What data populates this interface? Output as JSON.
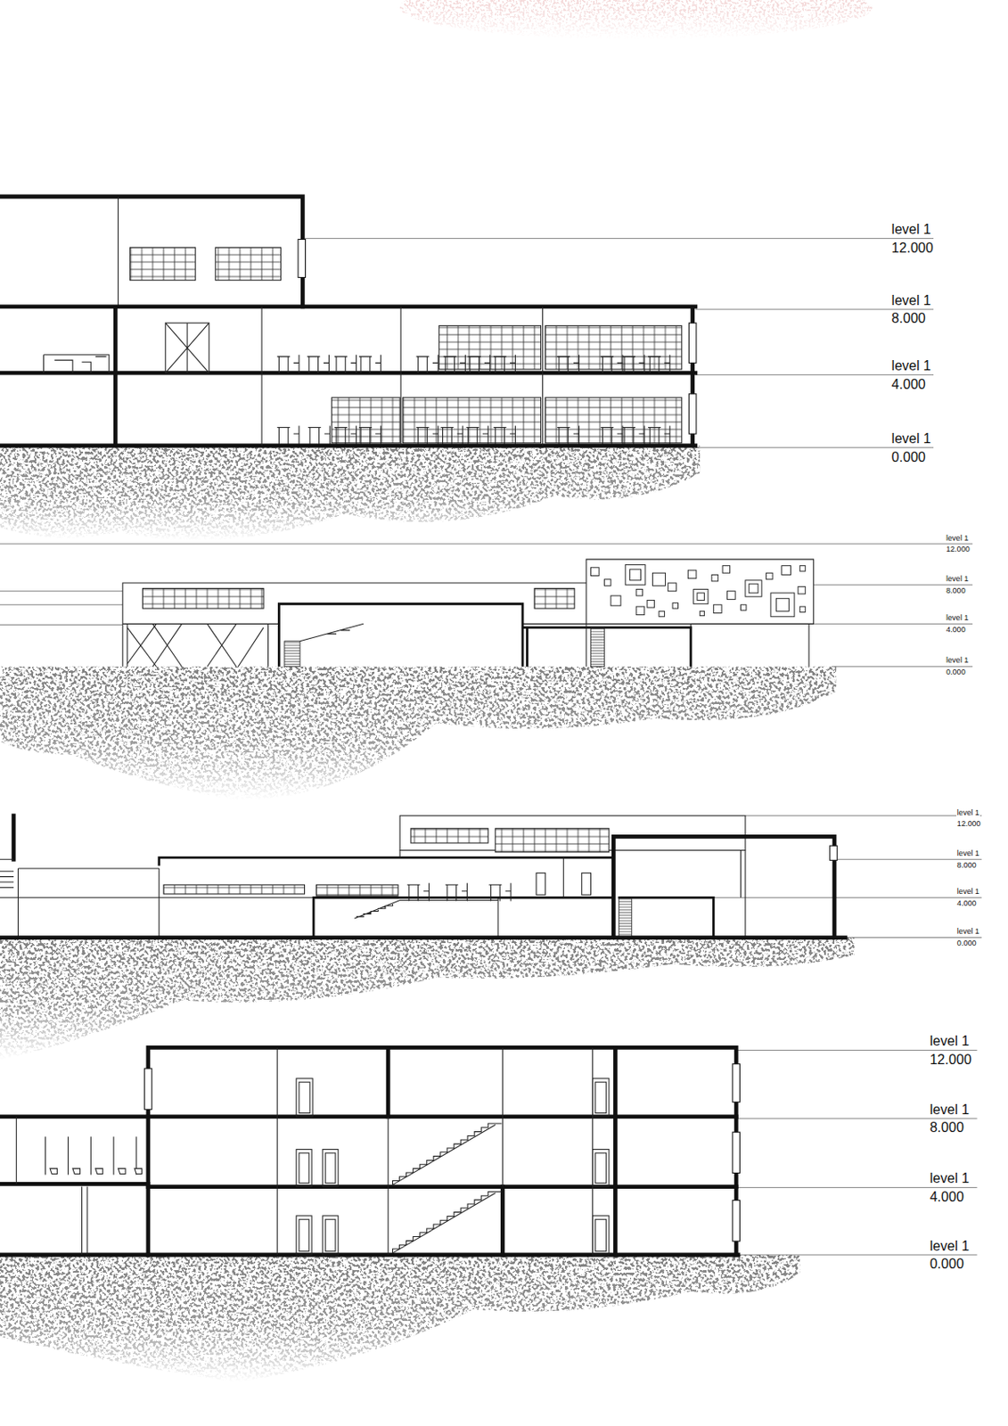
{
  "diagram": {
    "labels": [
      "level 1",
      "12.000",
      "level 1",
      "8.000",
      "level 1",
      "4.000",
      "level 1",
      "0.000",
      "level 1",
      "12.000",
      "level 1",
      "8.000",
      "level 1",
      "4.000",
      "level 1",
      "0.000",
      "level 1",
      "12.000",
      "level 1",
      "8.000",
      "level 1",
      "4.000",
      "level 1",
      "0.000",
      "level 1",
      "12.000",
      "level 1",
      "8.000",
      "level 1",
      "4.000",
      "level 1",
      "0.000"
    ]
  }
}
